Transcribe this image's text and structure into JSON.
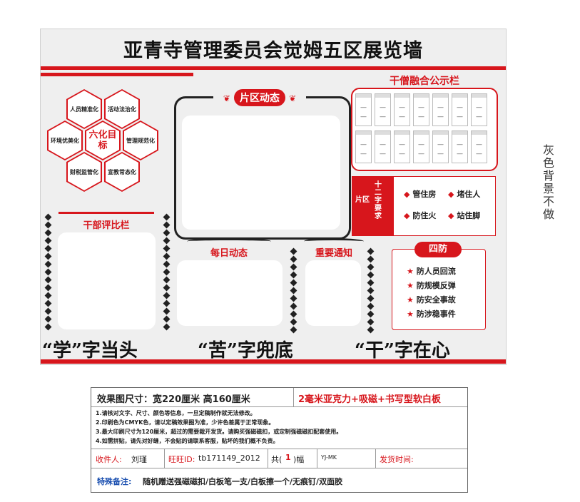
{
  "board": {
    "title": "亚青寺管理委员会觉姆五区展览墙",
    "hexagons": {
      "center": "六化目标",
      "items": [
        "人员精准化",
        "活动法治化",
        "环境优美化",
        "管理规范化",
        "财税监管化",
        "宣教常态化"
      ]
    },
    "district_news": {
      "title": "片区动态"
    },
    "cadre_review": {
      "title": "干部评比栏"
    },
    "daily_news": {
      "title": "每日动态"
    },
    "important_notice": {
      "title": "重要通知"
    },
    "public_board": {
      "title": "干僧融合公示栏"
    },
    "requirements": {
      "side_label_1": "片区",
      "side_label_2": "十二字要求",
      "items": [
        "管住房",
        "堵住人",
        "防住火",
        "站住脚"
      ]
    },
    "four_prevent": {
      "title": "四防",
      "items": [
        "防人员回流",
        "防规模反弹",
        "防安全事故",
        "防涉稳事件"
      ]
    },
    "slogans": [
      "“学”字当头",
      "“苦”字兜底",
      "“干”字在心"
    ]
  },
  "side_note": "灰色背景不做",
  "spec": {
    "size_label": "效果图尺寸：宽220厘米  高160厘米",
    "material": "2毫米亚克力+吸磁+书写型软白板",
    "notes": [
      "1.请核对文字、尺寸、颜色等信息，一旦定稿制作就无法修改。",
      "2.印刷色为CMYK色，请以定稿效果图为准，少许色差属于正常现象。",
      "3.最大印刷尺寸为120厘米，超过的需要裁开发货。请购买强磁磁扣，或定制强磁磁扣配套使用。",
      "4.如需拼贴，请先对好缝，不会贴的请联系客服，贴坏的我们概不负责。"
    ],
    "recipient_label": "收件人:",
    "recipient": "刘瑾",
    "wangwang_label": "旺旺ID:",
    "wangwang": "tb171149_2012",
    "count_prefix": "共(",
    "count": "1",
    "count_suffix": ")幅",
    "code": "YJ-MK",
    "ship_time_label": "发货时间:",
    "special_label": "特殊备注:",
    "special": "随机赠送强磁磁扣/白板笔一支/白板擦一个/无痕钉/双面胶"
  },
  "colors": {
    "accent": "#d7161c",
    "board_bg": "#efefef"
  }
}
